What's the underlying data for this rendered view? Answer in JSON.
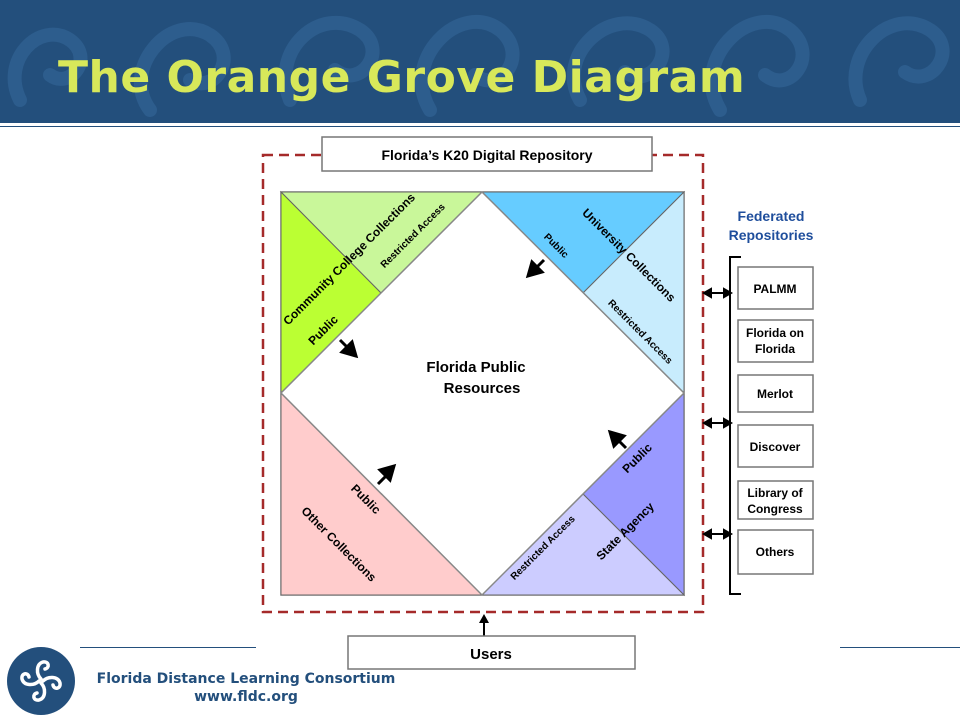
{
  "slide": {
    "title": "The Orange Grove Diagram"
  },
  "diagram": {
    "repository_label": "Florida’s K20 Digital Repository",
    "center_line1": "Florida Public",
    "center_line2": "Resources",
    "users_label": "Users",
    "quadrants": {
      "community_college": {
        "title": "Community College Collections",
        "restricted": "Restricted Access",
        "public": "Public",
        "color_outer": "#c9f79a",
        "color_inner": "#bbff33"
      },
      "university": {
        "title": "University Collections",
        "restricted": "Restricted Access",
        "public": "Public",
        "color_outer": "#c8ecfd",
        "color_inner": "#66ccff"
      },
      "other": {
        "title": "Other Collections",
        "public": "Public",
        "color": "#ffcccc"
      },
      "state_agency": {
        "title": "State Agency",
        "restricted": "Restricted Access",
        "public": "Public",
        "color_outer": "#ccccff",
        "color_inner": "#9999ff"
      }
    },
    "federated": {
      "heading_line1": "Federated",
      "heading_line2": "Repositories",
      "items": [
        {
          "line1": "PALMM",
          "line2": ""
        },
        {
          "line1": "Florida on",
          "line2": "Florida"
        },
        {
          "line1": "Merlot",
          "line2": ""
        },
        {
          "line1": "Discover",
          "line2": ""
        },
        {
          "line1": "Library of",
          "line2": "Congress"
        },
        {
          "line1": "Others",
          "line2": ""
        }
      ]
    },
    "colors": {
      "dashed_border": "#a52a2a",
      "federated_heading": "#1f4e9c"
    }
  },
  "footer": {
    "organization": "Florida Distance Learning Consortium",
    "url": "www.fldc.org"
  }
}
